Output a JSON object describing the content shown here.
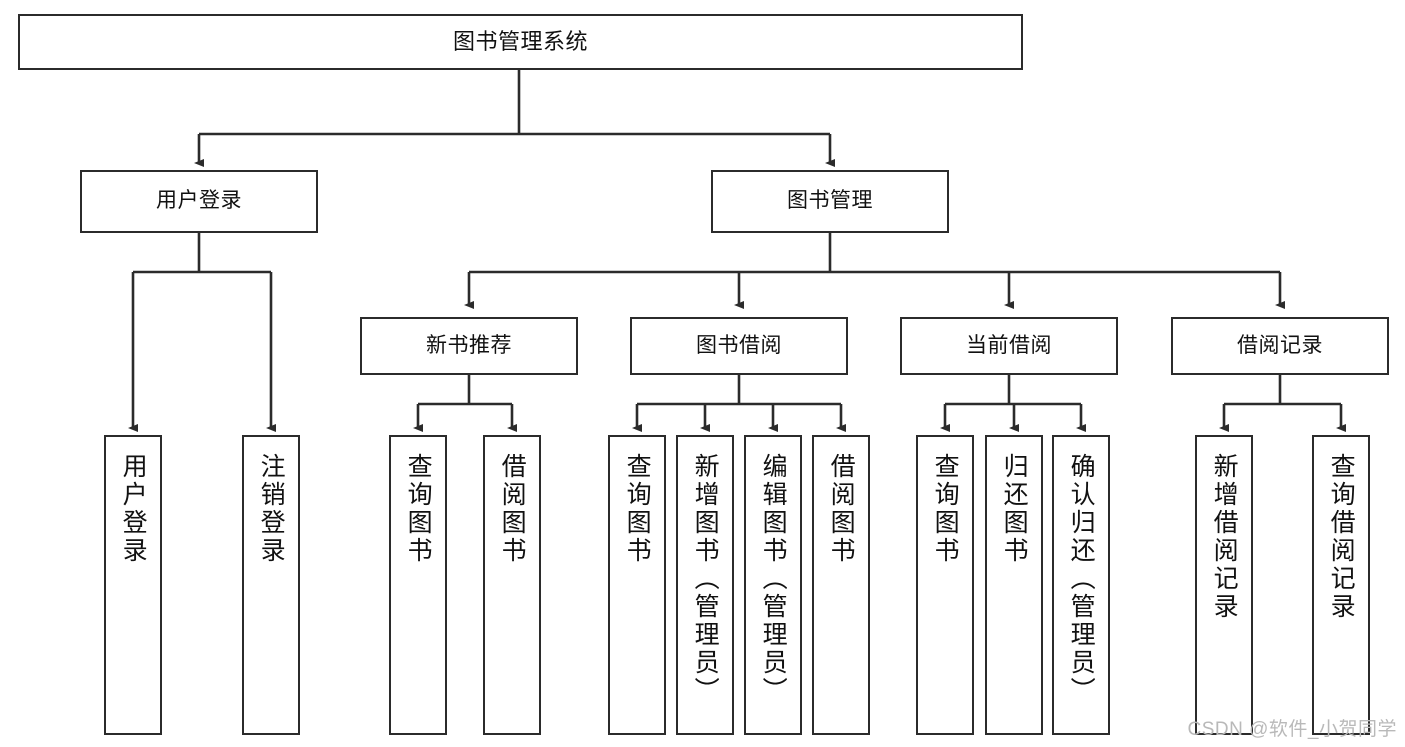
{
  "diagram": {
    "type": "tree-hierarchy-chart",
    "title": "图书管理系统",
    "stroke_color": "#2b2b2b",
    "fill_color": "#ffffff",
    "text_color": "#111111",
    "nodes": {
      "root": {
        "label": "图书管理系统"
      },
      "level2": [
        {
          "id": "user-login",
          "label": "用户登录"
        },
        {
          "id": "book-manage",
          "label": "图书管理"
        }
      ],
      "level3": [
        {
          "id": "new-book-recommend",
          "label": "新书推荐"
        },
        {
          "id": "book-borrow",
          "label": "图书借阅"
        },
        {
          "id": "current-borrow",
          "label": "当前借阅"
        },
        {
          "id": "borrow-record",
          "label": "借阅记录"
        }
      ],
      "leaves": {
        "user-login": [
          {
            "id": "leaf-user-login",
            "label": "用户登录"
          },
          {
            "id": "leaf-logout-login",
            "label": "注销登录"
          }
        ],
        "new-book-recommend": [
          {
            "id": "leaf-query-book-1",
            "label": "查询图书"
          },
          {
            "id": "leaf-borrow-book-1",
            "label": "借阅图书"
          }
        ],
        "book-borrow": [
          {
            "id": "leaf-query-book-2",
            "label": "查询图书"
          },
          {
            "id": "leaf-add-book-admin",
            "label": "新增图书（管理员）"
          },
          {
            "id": "leaf-edit-book-admin",
            "label": "编辑图书（管理员）"
          },
          {
            "id": "leaf-borrow-book-2",
            "label": "借阅图书"
          }
        ],
        "current-borrow": [
          {
            "id": "leaf-query-book-3",
            "label": "查询图书"
          },
          {
            "id": "leaf-return-book",
            "label": "归还图书"
          },
          {
            "id": "leaf-confirm-return-admin",
            "label": "确认归还（管理员）"
          }
        ],
        "borrow-record": [
          {
            "id": "leaf-add-borrow-record",
            "label": "新增借阅记录"
          },
          {
            "id": "leaf-query-borrow-record",
            "label": "查询借阅记录"
          }
        ]
      }
    },
    "watermark": "CSDN @软件_小贺同学"
  }
}
